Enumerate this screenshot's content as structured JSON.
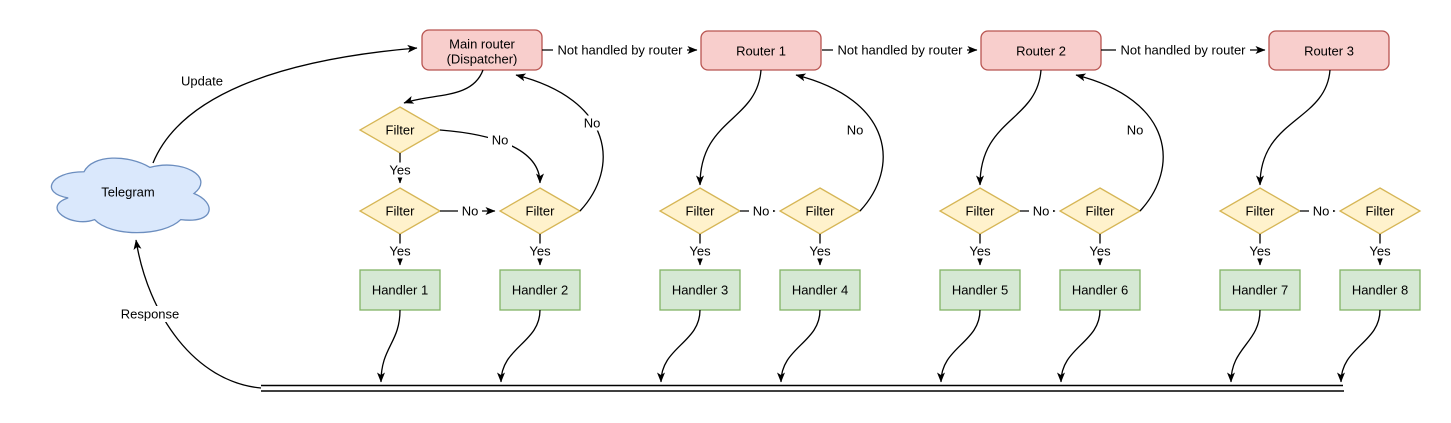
{
  "diagram": {
    "cloud": {
      "label": "Telegram"
    },
    "routers": [
      {
        "label": "Main router",
        "sublabel": "(Dispatcher)"
      },
      {
        "label": "Router 1"
      },
      {
        "label": "Router 2"
      },
      {
        "label": "Router 3"
      }
    ],
    "filter_label": "Filter",
    "handlers": [
      "Handler 1",
      "Handler 2",
      "Handler 3",
      "Handler 4",
      "Handler 5",
      "Handler 6",
      "Handler 7",
      "Handler 8"
    ],
    "edge_labels": {
      "update": "Update",
      "response": "Response",
      "not_handled": "Not handled by router",
      "yes": "Yes",
      "no": "No"
    },
    "colors": {
      "router_fill": "#f8cecc",
      "router_stroke": "#b85450",
      "filter_fill": "#fff2cc",
      "filter_stroke": "#d6b656",
      "handler_fill": "#d5e8d4",
      "handler_stroke": "#82b366",
      "cloud_fill": "#dae8fc",
      "cloud_stroke": "#6c8ebf",
      "edge": "#000000"
    }
  }
}
